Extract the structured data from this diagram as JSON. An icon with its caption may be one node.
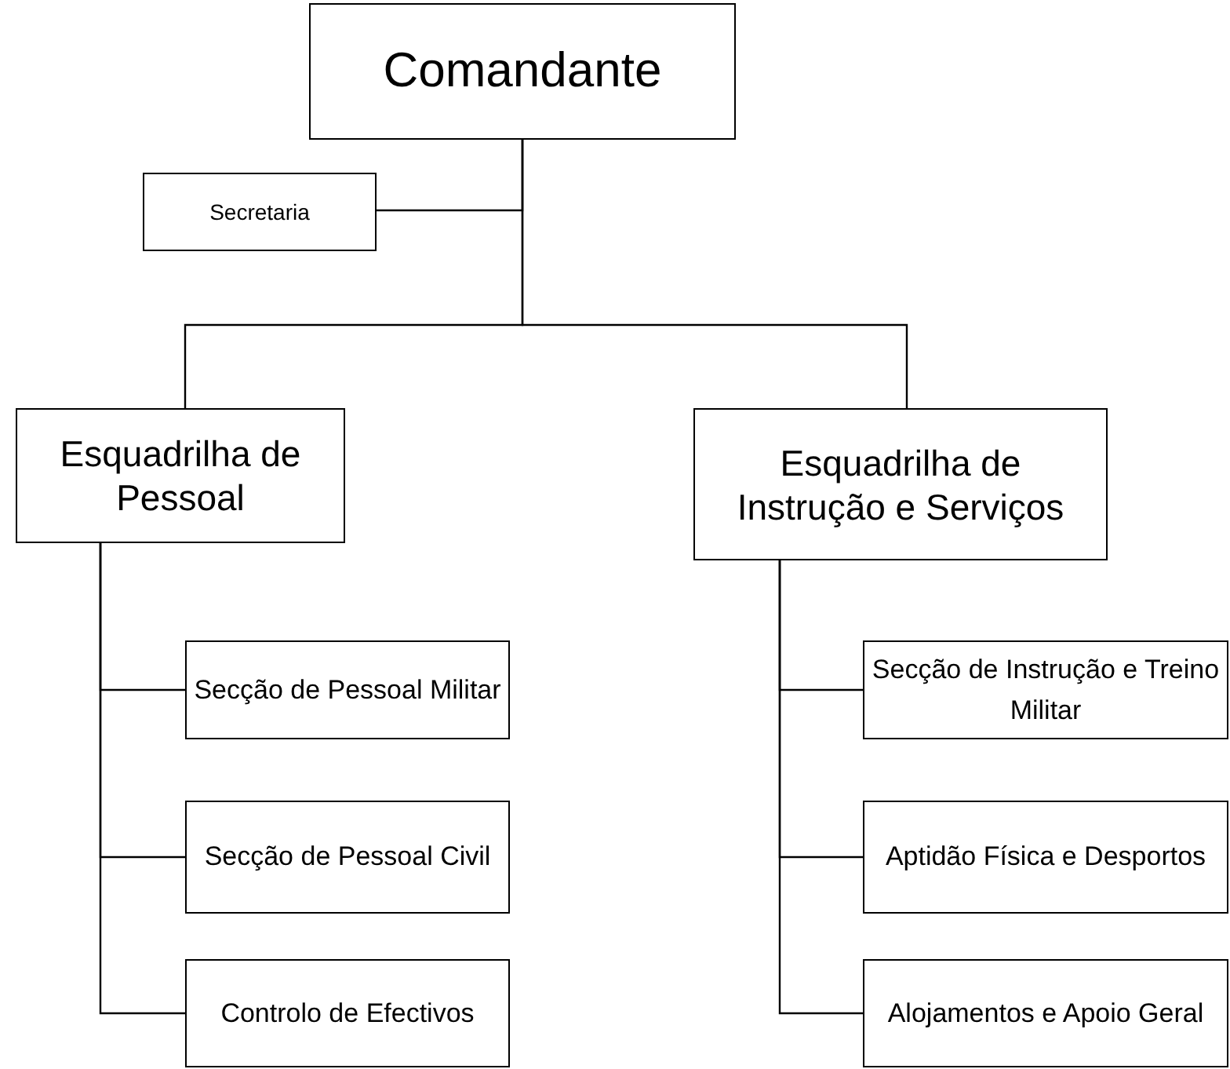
{
  "diagram": {
    "nodes": [
      {
        "text": [
          "Comandante"
        ]
      },
      {
        "text": [
          "Secretaria"
        ]
      },
      {
        "text": [
          "Esquadrilha de Pessoal"
        ]
      },
      {
        "text": [
          "Esquadrilha de Instrução e Serviços"
        ]
      },
      {
        "text": [
          "Secção de Pessoal Militar"
        ]
      },
      {
        "text": [
          "Secção de Pessoal Civil"
        ]
      },
      {
        "text": [
          "Controlo de Efectivos"
        ]
      },
      {
        "text": [
          "Secção de Instrução e Treino Militar"
        ]
      },
      {
        "text": [
          "Aptidão Física e Desportos"
        ]
      },
      {
        "text": [
          "Alojamentos e Apoio Geral"
        ]
      }
    ],
    "edges": [
      {
        "from": 0,
        "to": 1,
        "arrow": "none"
      },
      {
        "from": 0,
        "to": 2,
        "arrow": "none"
      },
      {
        "from": 0,
        "to": 3,
        "arrow": "none"
      },
      {
        "from": 2,
        "to": 4,
        "arrow": "none"
      },
      {
        "from": 2,
        "to": 5,
        "arrow": "none"
      },
      {
        "from": 2,
        "to": 6,
        "arrow": "none"
      },
      {
        "from": 3,
        "to": 7,
        "arrow": "none"
      },
      {
        "from": 3,
        "to": 8,
        "arrow": "none"
      },
      {
        "from": 3,
        "to": 9,
        "arrow": "none"
      }
    ]
  }
}
